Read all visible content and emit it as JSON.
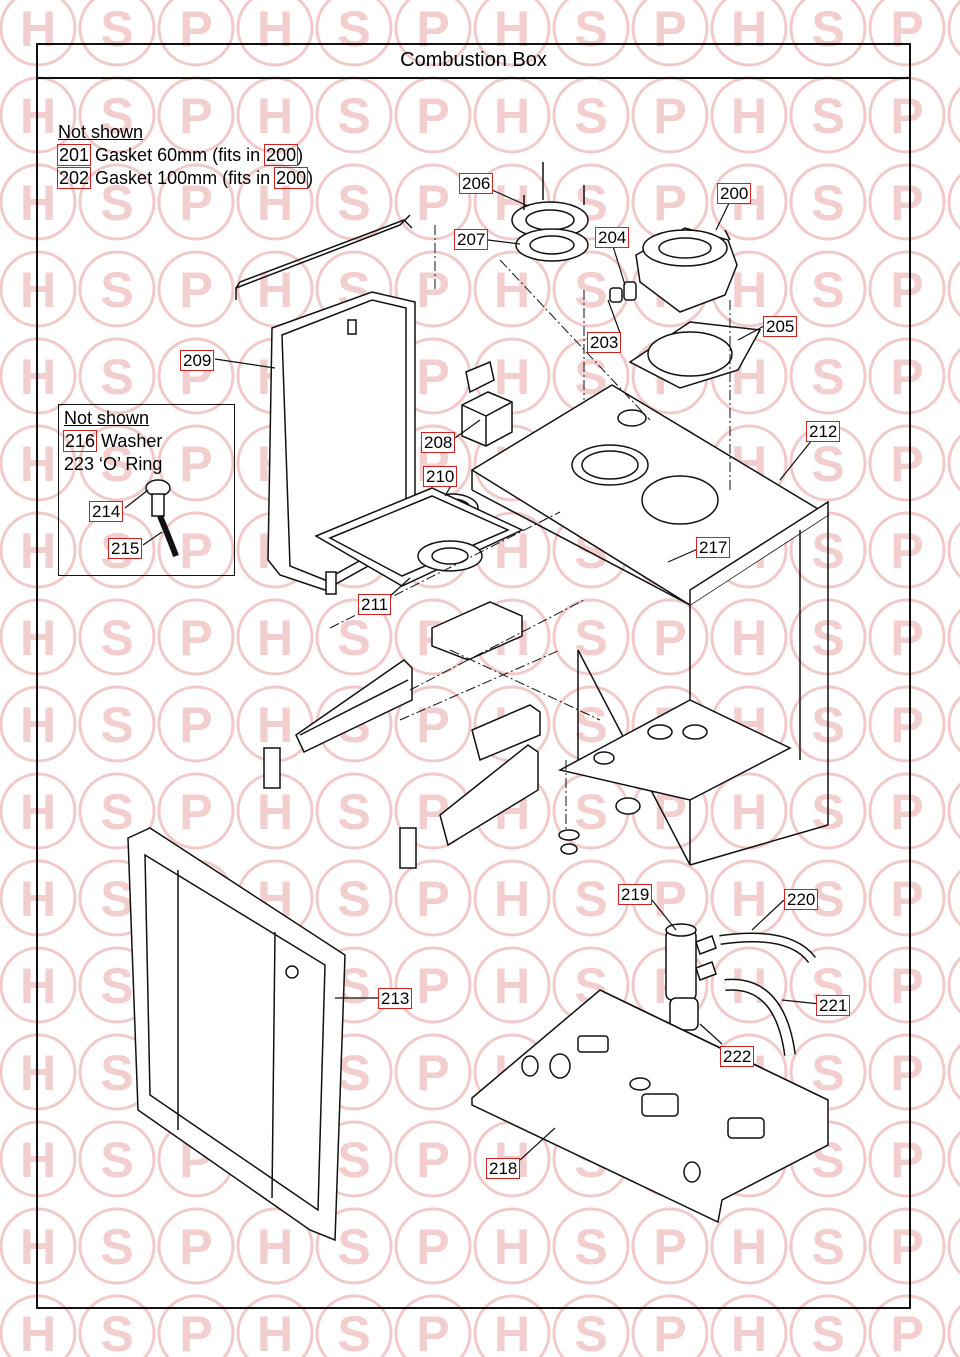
{
  "title": "Combustion Box",
  "watermark": {
    "letters": [
      "H",
      "S",
      "P"
    ],
    "color": "#f2c9c9"
  },
  "notes_top": {
    "heading": "Not shown",
    "lines": [
      {
        "num": "201",
        "pre": " Gasket 60mm (fits in ",
        "ref": "200",
        "post": ")"
      },
      {
        "num": "202",
        "pre": " Gasket 100mm (fits in ",
        "ref": "200",
        "post": ")"
      }
    ]
  },
  "notes_box": {
    "heading": "Not shown",
    "line1": {
      "num": "216",
      "text": " Washer"
    },
    "line2": "223 ‘O’ Ring"
  },
  "callouts": [
    "200",
    "203",
    "204",
    "205",
    "206",
    "207",
    "208",
    "209",
    "210",
    "211",
    "212",
    "213",
    "214",
    "215",
    "217",
    "218",
    "219",
    "220",
    "221",
    "222"
  ],
  "colors": {
    "callout_border": "#cc2222",
    "line": "#111111"
  }
}
